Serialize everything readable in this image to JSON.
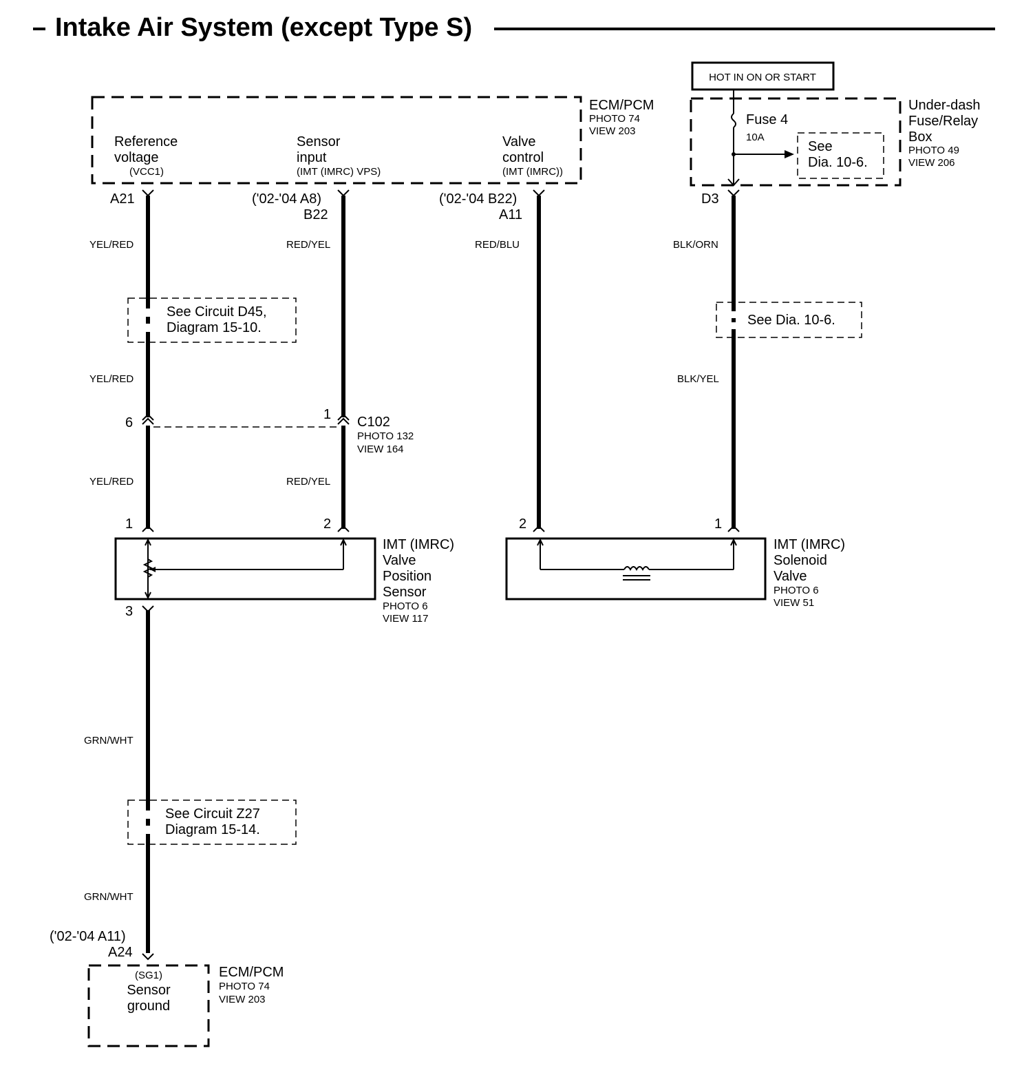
{
  "title": "Intake Air System (except Type S)",
  "ecm_top": {
    "name": "ECM/PCM",
    "photo": "PHOTO 74",
    "view": "VIEW 203",
    "ref_l1": "Reference",
    "ref_l2": "voltage",
    "ref_sub": "(VCC1)",
    "sen_l1": "Sensor",
    "sen_l2": "input",
    "sen_sub": "(IMT (IMRC) VPS)",
    "val_l1": "Valve",
    "val_l2": "control",
    "val_sub": "(IMT (IMRC))"
  },
  "fusebox": {
    "hot": "HOT IN ON OR START",
    "fuse": "Fuse 4",
    "amps": "10A",
    "see1": "See",
    "see2": "Dia.  10-6.",
    "name1": "Under-dash",
    "name2": "Fuse/Relay",
    "name3": "Box",
    "photo": "PHOTO 49",
    "view": "VIEW 206"
  },
  "pins": {
    "a21": "A21",
    "b22_alt": "('02-'04 A8)",
    "b22": "B22",
    "a11_alt": "('02-'04 B22)",
    "a11": "A11",
    "d3": "D3",
    "a24_alt": "('02-'04 A11)",
    "a24": "A24"
  },
  "wires": {
    "w1": "YEL/RED",
    "w1b": "YEL/RED",
    "w1c": "YEL/RED",
    "w2": "RED/YEL",
    "w2b": "RED/YEL",
    "w3": "RED/BLU",
    "w4": "BLK/ORN",
    "w4b": "BLK/YEL",
    "w5": "GRN/WHT",
    "w5b": "GRN/WHT"
  },
  "refs": {
    "d45_1": "See Circuit D45,",
    "d45_2": "Diagram 15-10.",
    "dia106": "See Dia. 10-6.",
    "z27_1": "See Circuit Z27",
    "z27_2": "Diagram 15-14."
  },
  "c102": {
    "name": "C102",
    "photo": "PHOTO 132",
    "view": "VIEW 164",
    "pin6": "6",
    "pin1": "1"
  },
  "vps": {
    "n1": "IMT (IMRC)",
    "n2": "Valve",
    "n3": "Position",
    "n4": "Sensor",
    "photo": "PHOTO 6",
    "view": "VIEW 117",
    "pin1": "1",
    "pin2": "2",
    "pin3": "3"
  },
  "sol": {
    "n1": "IMT (IMRC)",
    "n2": "Solenoid",
    "n3": "Valve",
    "photo": "PHOTO 6",
    "view": "VIEW 51",
    "pin2": "2",
    "pin1": "1"
  },
  "ecm_bot": {
    "sub": "(SG1)",
    "l1": "Sensor",
    "l2": "ground",
    "name": "ECM/PCM",
    "photo": "PHOTO 74",
    "view": "VIEW 203"
  }
}
